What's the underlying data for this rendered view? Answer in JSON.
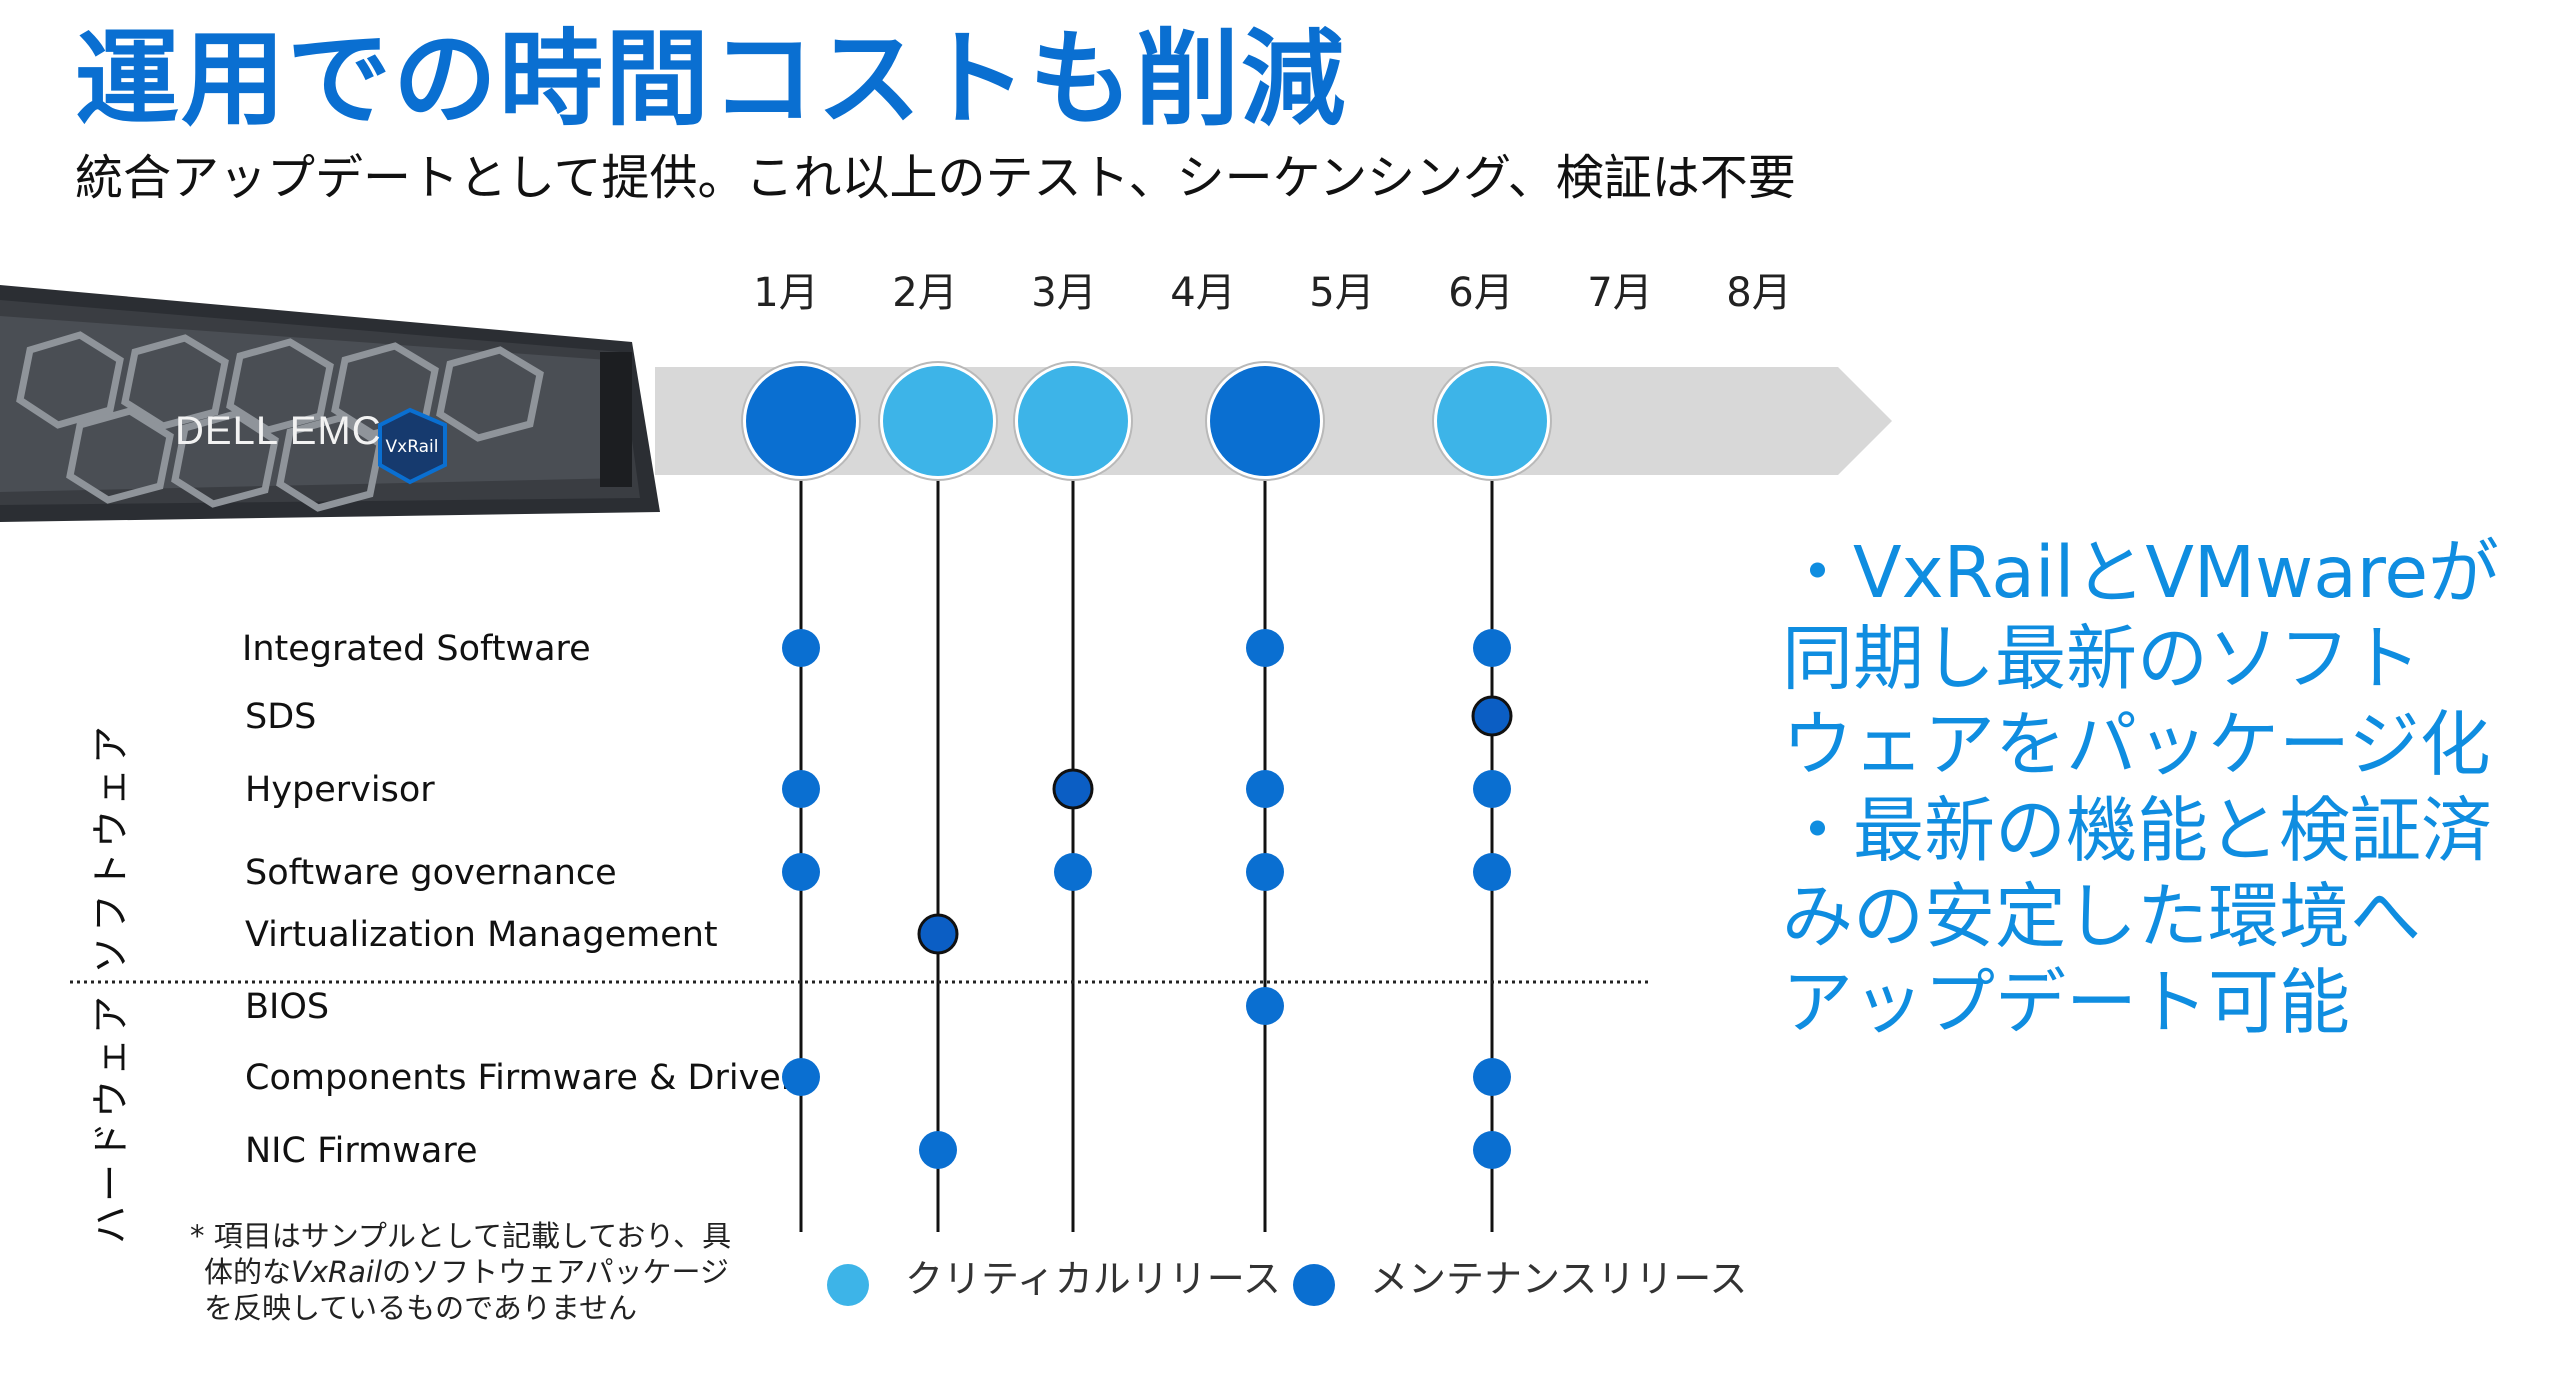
{
  "title": "運用での時間コストも削減",
  "subtitle": "統合アップデートとして提供。これ以上のテスト、シーケンシング、検証は不要",
  "server_image": {
    "brand": "DELL EMC",
    "badge": "VxRail"
  },
  "months": [
    "1月",
    "2月",
    "3月",
    "4月",
    "5月",
    "6月",
    "7月",
    "8月"
  ],
  "releases": [
    {
      "kind": "maintenance"
    },
    {
      "kind": "critical"
    },
    {
      "kind": "critical"
    },
    {
      "kind": "maintenance"
    },
    {
      "kind": "critical"
    }
  ],
  "categories": {
    "software": "ソフトウェア",
    "hardware": "ハードウェア"
  },
  "rows": [
    {
      "label": "Integrated Software",
      "group": "software",
      "points": [
        {
          "release": 0,
          "outlined": false
        },
        {
          "release": 3,
          "outlined": false
        },
        {
          "release": 4,
          "outlined": false
        }
      ]
    },
    {
      "label": "SDS",
      "group": "software",
      "points": [
        {
          "release": 4,
          "outlined": true
        }
      ]
    },
    {
      "label": "Hypervisor",
      "group": "software",
      "points": [
        {
          "release": 0,
          "outlined": false
        },
        {
          "release": 2,
          "outlined": true
        },
        {
          "release": 3,
          "outlined": false
        },
        {
          "release": 4,
          "outlined": false
        }
      ]
    },
    {
      "label": "Software governance",
      "group": "software",
      "points": [
        {
          "release": 0,
          "outlined": false
        },
        {
          "release": 2,
          "outlined": false
        },
        {
          "release": 3,
          "outlined": false
        },
        {
          "release": 4,
          "outlined": false
        }
      ]
    },
    {
      "label": "Virtualization Management",
      "group": "software",
      "points": [
        {
          "release": 1,
          "outlined": true
        }
      ]
    },
    {
      "label": "BIOS",
      "group": "hardware",
      "points": [
        {
          "release": 3,
          "outlined": false
        }
      ]
    },
    {
      "label": "Components Firmware & Drivers",
      "group": "hardware",
      "points": [
        {
          "release": 0,
          "outlined": false
        },
        {
          "release": 4,
          "outlined": false
        }
      ]
    },
    {
      "label": "NIC Firmware",
      "group": "hardware",
      "points": [
        {
          "release": 1,
          "outlined": false
        },
        {
          "release": 4,
          "outlined": false
        }
      ]
    }
  ],
  "legend": {
    "critical": "クリティカルリリース",
    "maintenance": "メンテナンスリリース"
  },
  "colors": {
    "title": "#0a6fd1",
    "side_note": "#0f8de0",
    "critical": "#3db4e8",
    "maintenance": "#0a6fd1",
    "outlined_point": "#0b5ec4",
    "arrow": "#d8d8d8"
  },
  "side_note": {
    "lines": [
      "・VxRailとVMwareが",
      "同期し最新のソフト",
      "ウェアをパッケージ化",
      "・最新の機能と検証済",
      "みの安定した環境へ",
      "アップデート可能"
    ]
  },
  "footnote": {
    "line1": "* 項目はサンプルとして記載しており、具",
    "line2_prefix": "体的な",
    "line2_italic": "VxRail",
    "line2_suffix": "のソフトウェアパッケージ",
    "line3": "を反映しているものでありません"
  }
}
